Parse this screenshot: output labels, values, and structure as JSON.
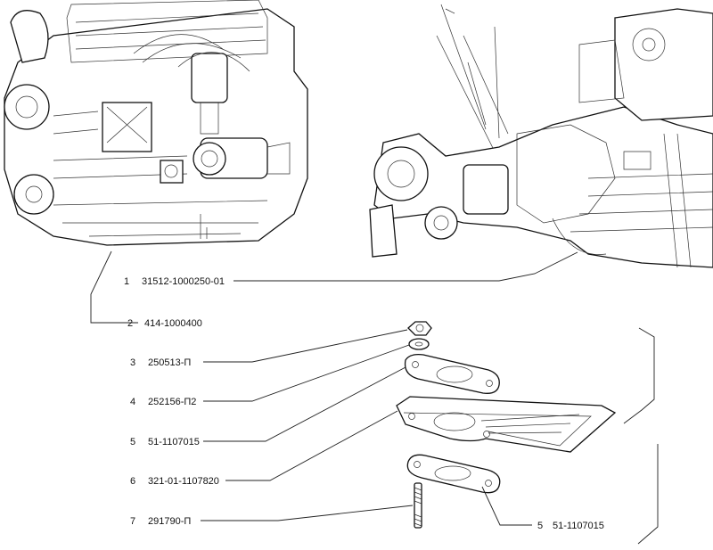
{
  "callouts": [
    {
      "num": "1",
      "code": "31512-1000250-01"
    },
    {
      "num": "2",
      "code": "414-1000400"
    },
    {
      "num": "3",
      "code": "250513-П"
    },
    {
      "num": "4",
      "code": "252156-П2"
    },
    {
      "num": "5",
      "code": "51-1107015"
    },
    {
      "num": "6",
      "code": "321-01-1107820"
    },
    {
      "num": "7",
      "code": "291790-П"
    },
    {
      "num": "5",
      "code": "51-1107015"
    }
  ],
  "icons": [
    "engine-left",
    "engine-right",
    "nut",
    "washer",
    "gasket",
    "heat-shield",
    "stud"
  ]
}
